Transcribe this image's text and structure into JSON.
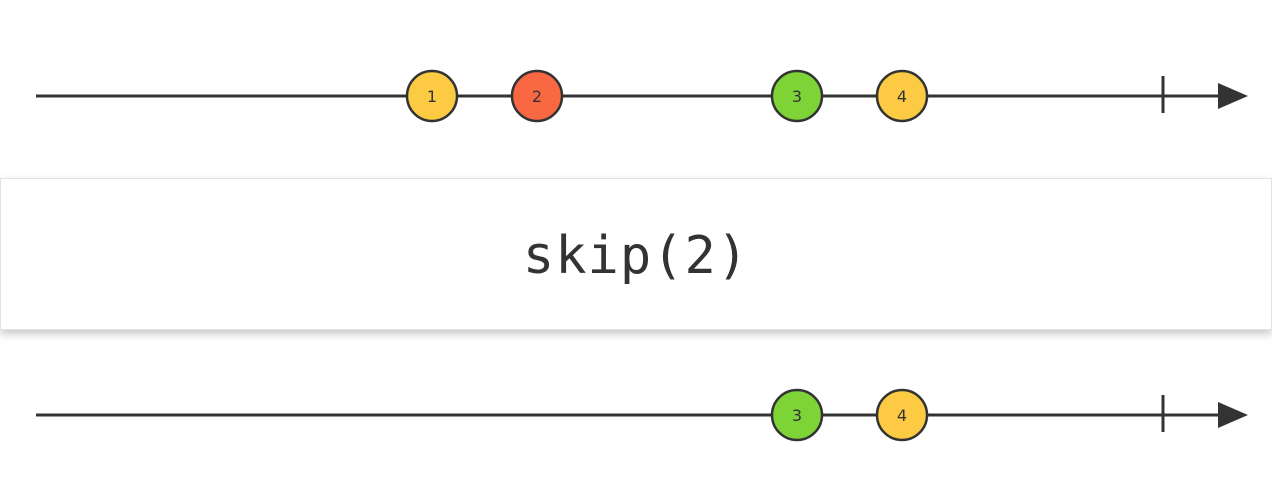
{
  "operator": {
    "label": "skip(2)"
  },
  "source_stream": {
    "marbles": [
      {
        "label": "1",
        "color": "#FDCB43"
      },
      {
        "label": "2",
        "color": "#FA6843"
      },
      {
        "label": "3",
        "color": "#7ED436"
      },
      {
        "label": "4",
        "color": "#FDCB43"
      }
    ],
    "completed": true
  },
  "result_stream": {
    "marbles": [
      {
        "label": "3",
        "color": "#7ED436"
      },
      {
        "label": "4",
        "color": "#FDCB43"
      }
    ],
    "completed": true
  },
  "colors": {
    "line": "#333333",
    "marble_stroke": "#333333"
  }
}
